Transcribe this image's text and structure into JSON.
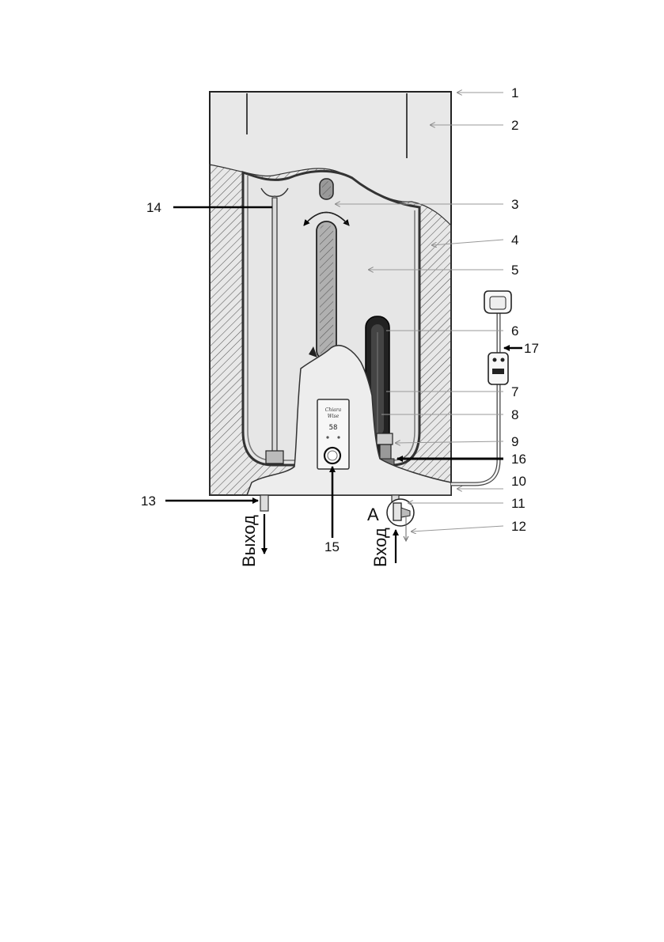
{
  "callouts": {
    "c1": "1",
    "c2": "2",
    "c3": "3",
    "c4": "4",
    "c5": "5",
    "c6": "6",
    "c7": "7",
    "c8": "8",
    "c9": "9",
    "c10": "10",
    "c11": "11",
    "c12": "12",
    "c13": "13",
    "c14": "14",
    "c15": "15",
    "c16": "16",
    "c17": "17"
  },
  "detail_marker": "A",
  "flow_labels": {
    "outlet": "Выход",
    "inlet": "Вход"
  },
  "control_panel": {
    "brand_line1": "Chiara",
    "brand_line2": "Wise",
    "display_value": "58"
  }
}
